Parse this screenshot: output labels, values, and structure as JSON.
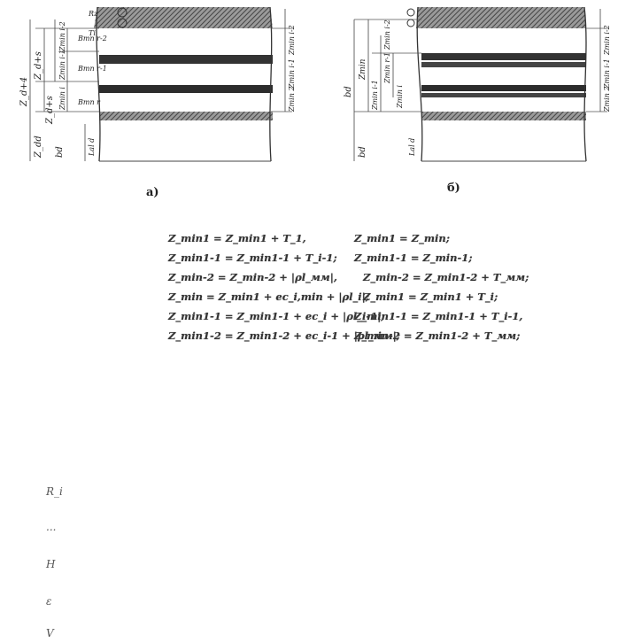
{
  "figure": {
    "caption_a": "а)",
    "caption_b": "б)",
    "labels_a": {
      "left_outer": "Z_d+4",
      "left_zs": "Z_d+s",
      "left_zd": "Z_d+s",
      "left_zdd": "Z_dd",
      "left_bd": "bd",
      "mid_top": "Zmin i-2",
      "mid_mid": "Zmin i-1",
      "mid_bot": "Zmin i",
      "line_t": "Bmn r-2",
      "line_m": "Bmn r-1",
      "line_b": "Bmn r",
      "right_top": "Zmin i-2",
      "right_mid": "Zmin i-1",
      "right_bot": "Zmin 2",
      "rz": "Rz",
      "tit": "Ti",
      "lab": "Lal d"
    },
    "labels_b": {
      "left_outer": "bd",
      "left_zs": "Zmin",
      "left_zd": "Zmin i-1",
      "left_bd": "bd",
      "mid_top": "Zmin i-2",
      "mid_mid": "Zmin r-1",
      "mid_bot": "Zmin i",
      "lab": "Lal d",
      "right_top": "Zmin i-2",
      "right_mid": "Zmin i-1",
      "right_bot": "Zmin 2"
    }
  },
  "equations": [
    {
      "left": "Z_min1 = Z_min1 + T_1,",
      "right": "Z_min1 = Z_min;"
    },
    {
      "left": "Z_min1-1 = Z_min1-1 + T_i-1;",
      "right": "Z_min1-1 = Z_min-1;"
    },
    {
      "left": "Z_min-2 = Z_min-2 + |ρl_мм|,",
      "right": "Z_min-2 = Z_min1-2 + T_мм;"
    },
    {
      "left": "Z_min = Z_min1 + ec_i,min + |ρl_i|;",
      "right": "Z_min1 = Z_min1 + T_i;"
    },
    {
      "left": "Z_min1-1 = Z_min1-1 + ec_i + |ρl_i-1|;",
      "right": "Z_min1-1 = Z_min1-1 + T_i-1,"
    },
    {
      "left": "Z_min1-2 = Z_min1-2 + ec_i-1 + |ρl_мм|;",
      "right": "Z_min-2 = Z_min1-2 + T_мм;"
    }
  ],
  "symbols": [
    "R_i",
    "...",
    "H",
    "ε",
    "V"
  ]
}
